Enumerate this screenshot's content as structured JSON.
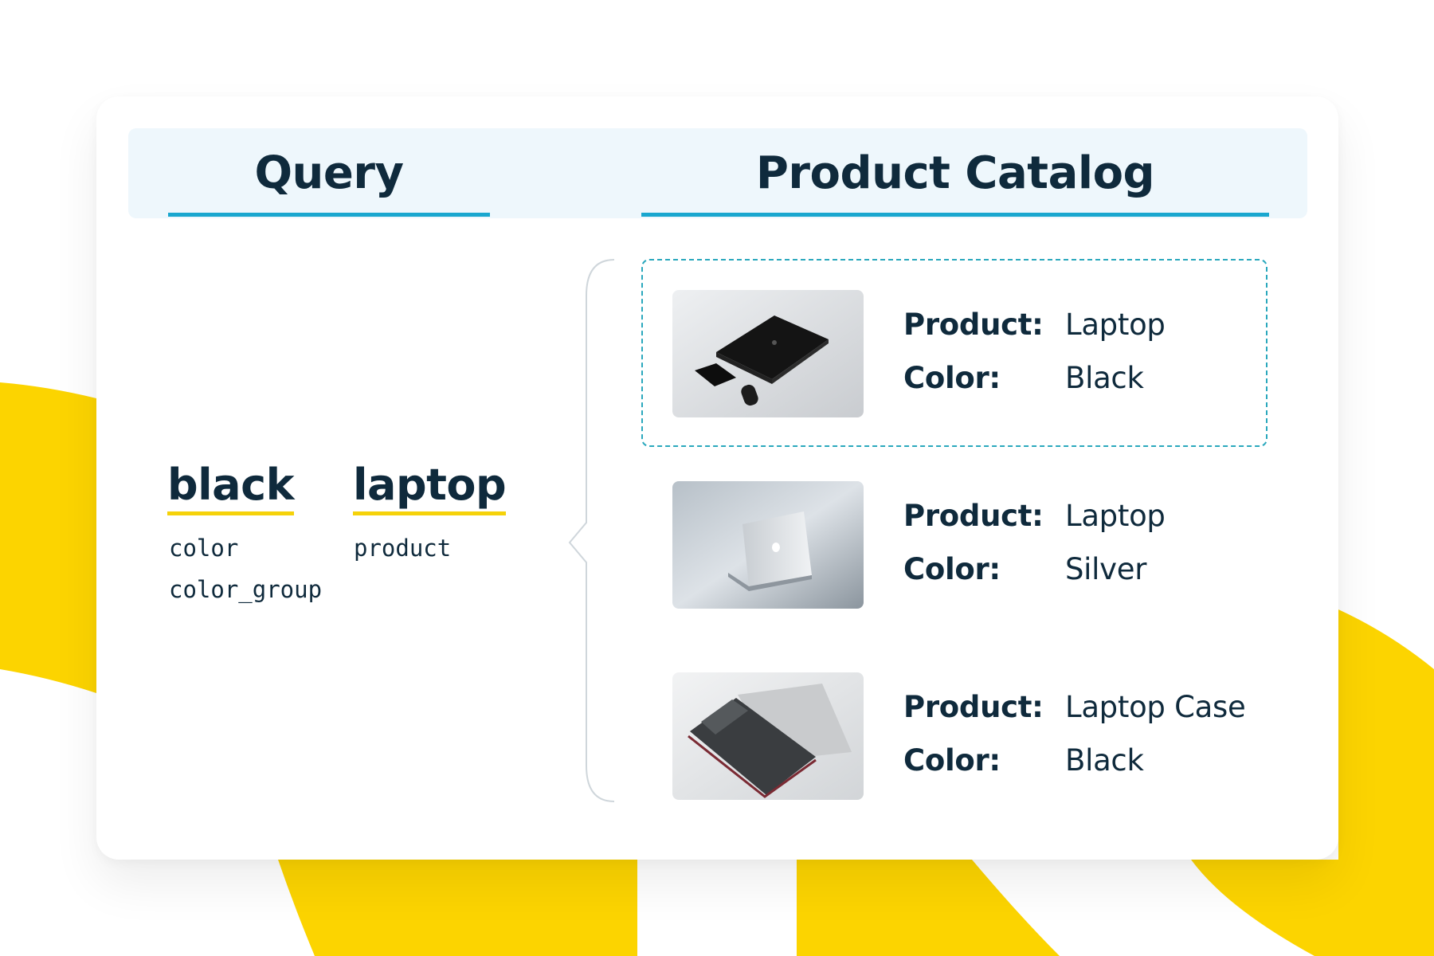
{
  "colors": {
    "accent_blue": "#1aa7cf",
    "accent_yellow": "#f5d20a",
    "text_dark": "#0f2a3c",
    "header_band": "#eef7fc",
    "highlight_border": "#2aa8bd"
  },
  "query": {
    "title": "Query",
    "terms": [
      {
        "word": "black",
        "tags": [
          "color",
          "color_group"
        ]
      },
      {
        "word": "laptop",
        "tags": [
          "product"
        ]
      }
    ]
  },
  "catalog": {
    "title": "Product Catalog",
    "items": [
      {
        "image_icon": "black-laptop-image",
        "product_label": "Product:",
        "product": "Laptop",
        "color_label": "Color:",
        "color": "Black",
        "highlighted": true
      },
      {
        "image_icon": "silver-laptop-image",
        "product_label": "Product:",
        "product": "Laptop",
        "color_label": "Color:",
        "color": "Silver",
        "highlighted": false
      },
      {
        "image_icon": "laptop-case-image",
        "product_label": "Product:",
        "product": "Laptop Case",
        "color_label": "Color:",
        "color": "Black",
        "highlighted": false
      }
    ]
  }
}
